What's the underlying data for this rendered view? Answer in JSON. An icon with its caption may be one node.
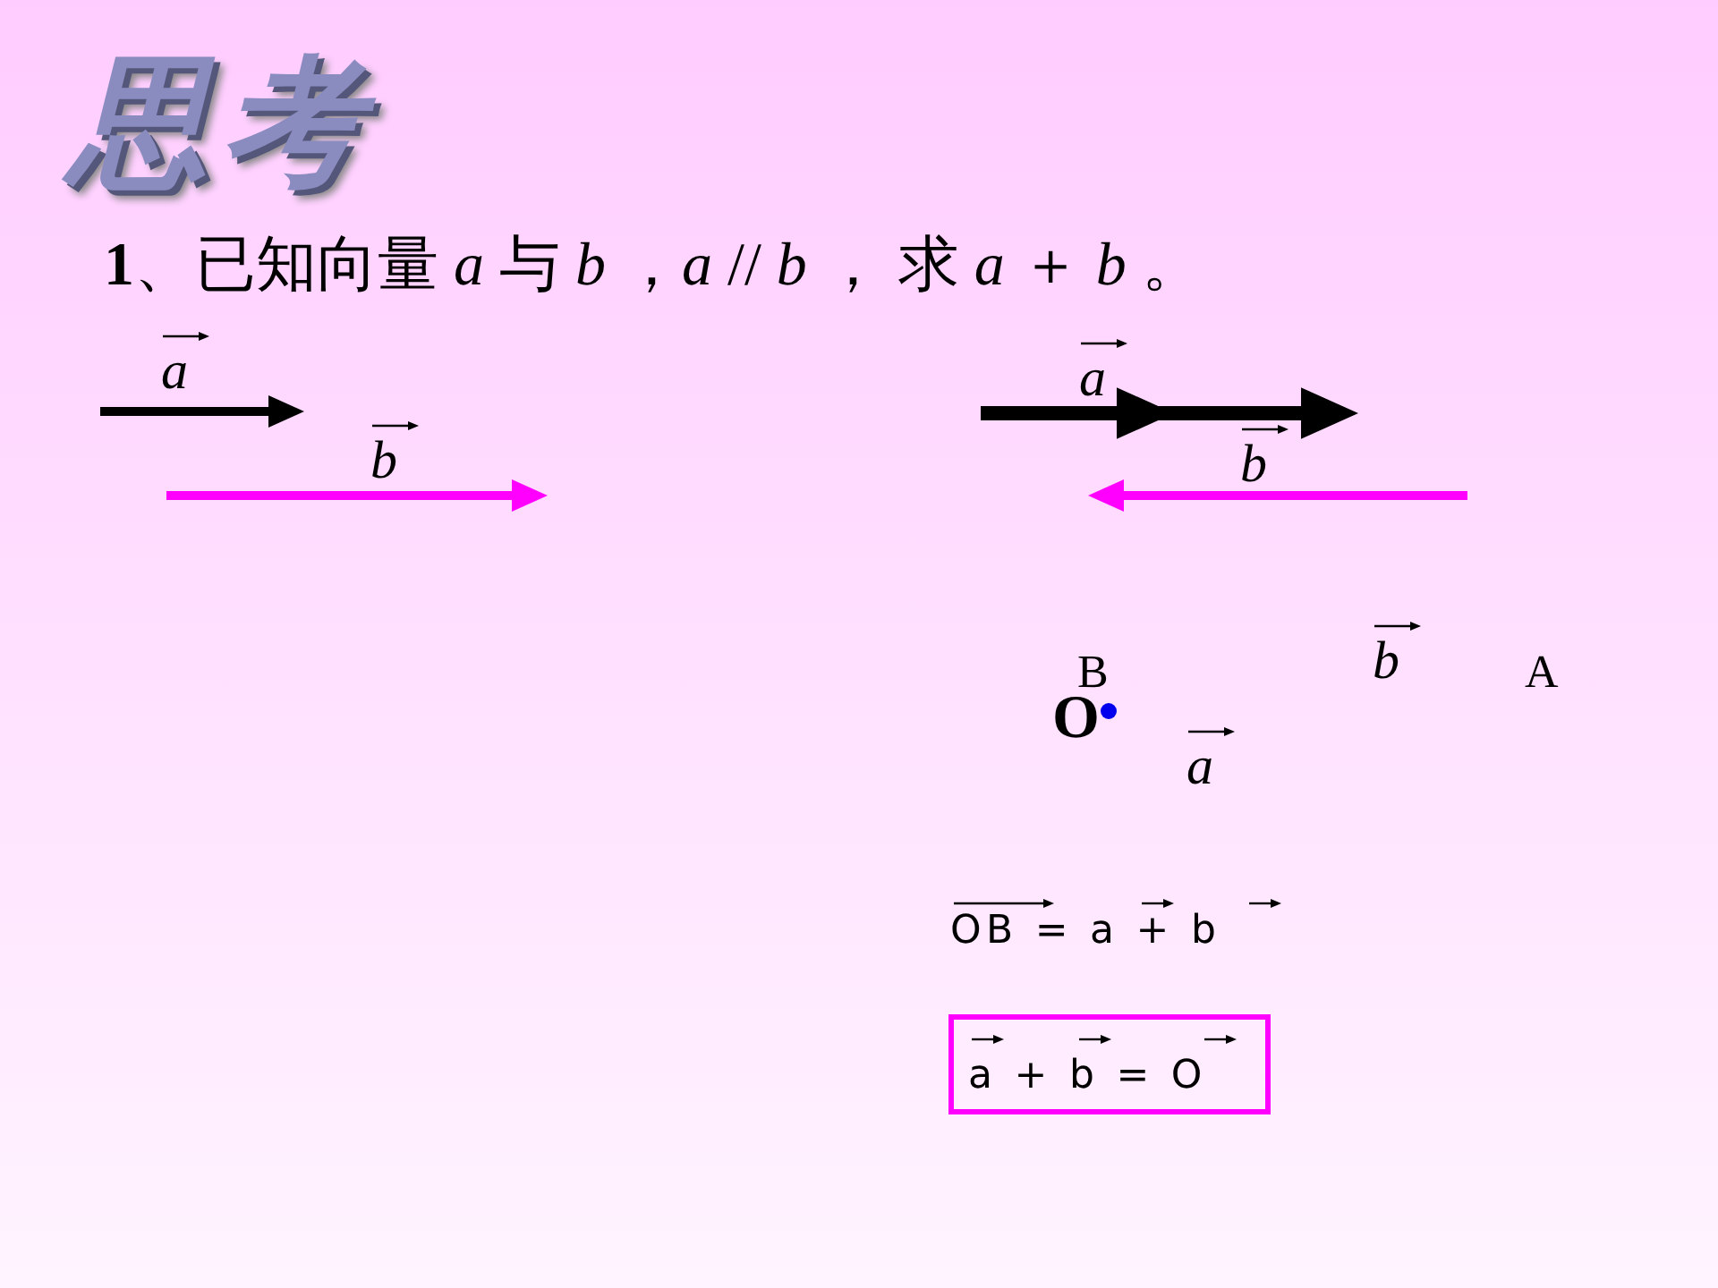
{
  "diagram": {
    "title": "思考",
    "nodes": [
      {
        "text": [
          "a + b = O"
        ]
      }
    ],
    "edges": [],
    "labels": [
      "**1**、已知向量 *a* 与 *b* ，*a* // *b* ， 求 *a* ＋ *b* 。",
      "a",
      "b",
      "a",
      "b",
      "B",
      "b",
      "A",
      "O",
      "a",
      "OB = a + b"
    ]
  }
}
